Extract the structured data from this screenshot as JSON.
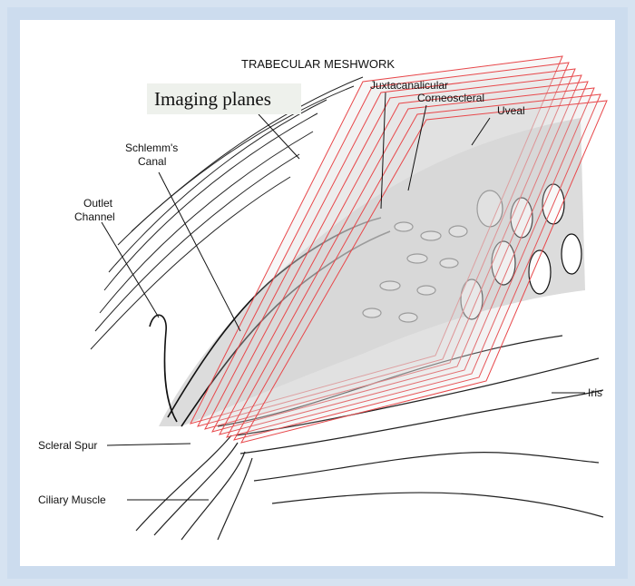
{
  "diagram": {
    "title": "TRABECULAR MESHWORK",
    "callout": "Imaging planes",
    "labels": {
      "juxtacanalicular": "Juxtacanalicular",
      "corneoscleral": "Corneoscleral",
      "uveal": "Uveal",
      "schlemms_line1": "Schlemm's",
      "schlemms_line2": "Canal",
      "outlet_line1": "Outlet",
      "outlet_line2": "Channel",
      "iris": "Iris",
      "scleral_spur": "Scleral Spur",
      "ciliary_muscle": "Ciliary Muscle"
    },
    "colors": {
      "plane_stroke": "#e8474a",
      "plane_fill": "#d9d9d9",
      "frame": "#ccdcee",
      "ink": "#111111"
    },
    "plane_count": 8
  }
}
